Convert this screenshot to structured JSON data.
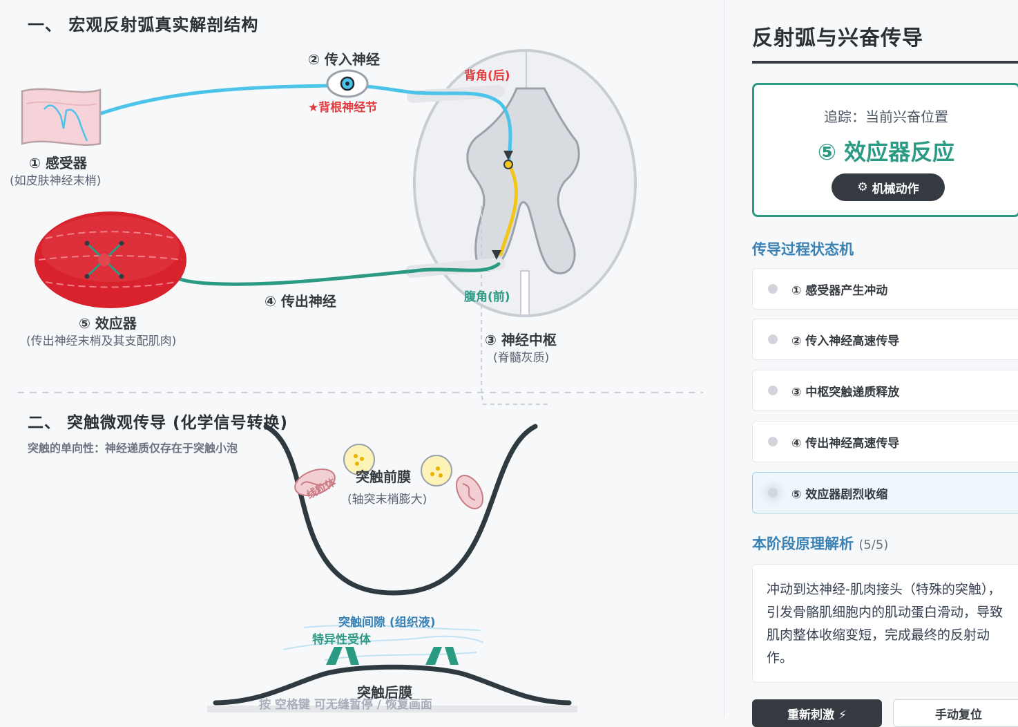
{
  "section1": {
    "title": "一、 宏观反射弧真实解剖结构",
    "receptor": {
      "label": "① 感受器",
      "sub": "(如皮肤神经末梢)"
    },
    "afferent": {
      "label": "② 传入神经",
      "ganglion": "★背根神经节"
    },
    "dorsal_horn": "背角(后)",
    "ventral_horn": "腹角(前)",
    "center": {
      "label": "③ 神经中枢",
      "sub": "(脊髓灰质)"
    },
    "efferent": {
      "label": "④ 传出神经"
    },
    "effector": {
      "label": "⑤ 效应器",
      "sub": "(传出神经末梢及其支配肌肉)"
    }
  },
  "section2": {
    "title": "二、 突触微观传导 (化学信号转换)",
    "note": "突触的单向性：神经递质仅存在于突触小泡",
    "presynaptic": {
      "label": "突触前膜",
      "sub": "(轴突末梢膨大)"
    },
    "mitochondria": "线粒体",
    "cleft": "突触间隙 (组织液)",
    "receptor": "特异性受体",
    "postsynaptic": "突触后膜",
    "hint": "按 空格键 可无缝暂停 / 恢复画面"
  },
  "panel": {
    "title": "反射弧与兴奋传导",
    "tracker": {
      "label": "追踪：当前兴奋位置",
      "value": "⑤ 效应器反应",
      "badge_icon": "gear-icon",
      "badge": "机械动作"
    },
    "states_title": "传导过程状态机",
    "states": [
      {
        "label": "① 感受器产生冲动",
        "active": false
      },
      {
        "label": "② 传入神经高速传导",
        "active": false
      },
      {
        "label": "③ 中枢突触递质释放",
        "active": false
      },
      {
        "label": "④ 传出神经高速传导",
        "active": false
      },
      {
        "label": "⑤ 效应器剧烈收缩",
        "active": true
      }
    ],
    "explain_title": "本阶段原理解析",
    "explain_count": "(5/5)",
    "explain_text": "冲动到达神经-肌肉接头（特殊的突触），引发骨骼肌细胞内的肌动蛋白滑动，导致肌肉整体收缩变短，完成最终的反射动作。",
    "buttons": {
      "primary": "重新刺激 ⚡",
      "secondary": "手动复位"
    }
  },
  "colors": {
    "afferent": "#4cc3e8",
    "interneuron": "#f2c618",
    "efferent": "#2b9a83",
    "muscle": "#d8232e",
    "accent": "#2b9a83",
    "warning": "#e03a3e"
  }
}
